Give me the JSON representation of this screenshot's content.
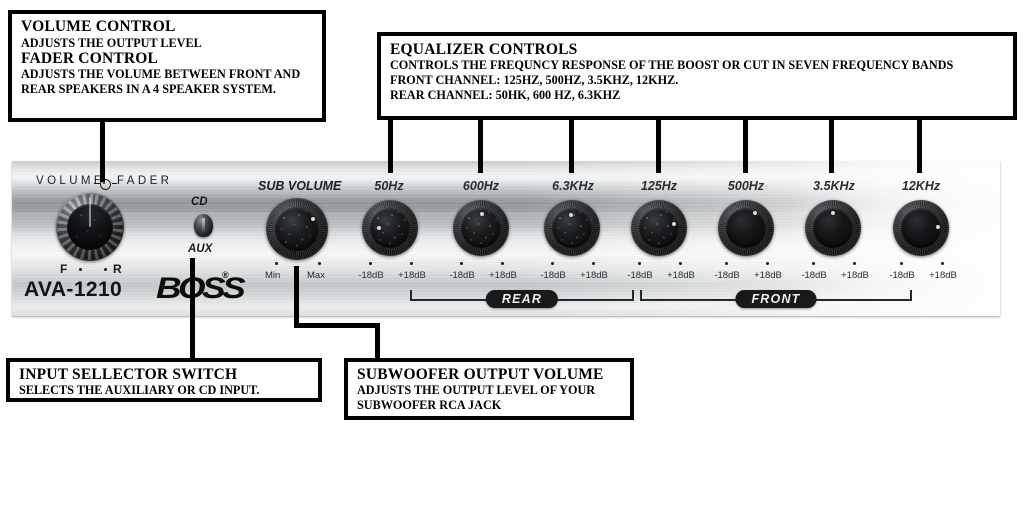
{
  "callouts": {
    "volume": {
      "title1": "VOLUME CONTROL",
      "line1": "ADJUSTS THE OUTPUT LEVEL",
      "title2": "FADER CONTROL",
      "line2": "ADJUSTS THE VOLUME BETWEEN FRONT AND",
      "line3": "REAR SPEAKERS IN A 4 SPEAKER SYSTEM."
    },
    "equalizer": {
      "title": "EQUALIZER CONTROLS",
      "line1": "CONTROLS THE FREQUNCY RESPONSE OF THE BOOST OR CUT IN SEVEN FREQUENCY BANDS",
      "line2": "FRONT CHANNEL: 125HZ, 500HZ, 3.5KHZ, 12KHZ.",
      "line3": "REAR CHANNEL: 50HK, 600 HZ, 6.3KHZ"
    },
    "input": {
      "title": "INPUT SELLECTOR SWITCH",
      "line1": "SELECTS THE AUXILIARY OR CD INPUT."
    },
    "subwoofer": {
      "title": "SUBWOOFER OUTPUT VOLUME",
      "line1": "ADJUSTS THE OUTPUT LEVEL OF YOUR",
      "line2": "SUBWOOFER RCA JACK"
    }
  },
  "faceplate": {
    "volume_fader_label": "VOLUME",
    "fader_label": "FADER",
    "fader_front_mark": "F",
    "fader_rear_mark": "R",
    "model": "AVA-1210",
    "brand": "BOSS",
    "brand_registered": "®",
    "input_switch": {
      "top_position": "CD",
      "bottom_position": "AUX"
    },
    "sub_volume": {
      "label": "SUB VOLUME",
      "min_label": "Min",
      "max_label": "Max"
    },
    "db_min": "-18dB",
    "db_max": "+18dB",
    "channel_groups": [
      {
        "name": "REAR",
        "bands": [
          "50Hz",
          "600Hz",
          "6.3KHz"
        ]
      },
      {
        "name": "FRONT",
        "bands": [
          "125Hz",
          "500Hz",
          "3.5KHz",
          "12KHz"
        ]
      }
    ],
    "eq_bands": [
      {
        "label": "50Hz",
        "channel": "REAR"
      },
      {
        "label": "600Hz",
        "channel": "REAR"
      },
      {
        "label": "6.3KHz",
        "channel": "REAR"
      },
      {
        "label": "125Hz",
        "channel": "FRONT"
      },
      {
        "label": "500Hz",
        "channel": "FRONT"
      },
      {
        "label": "3.5KHz",
        "channel": "FRONT"
      },
      {
        "label": "12KHz",
        "channel": "FRONT"
      }
    ]
  },
  "colors": {
    "callout_border": "#000000",
    "callout_bg": "#ffffff",
    "faceplate_metal": "#c9ccce",
    "knob_black": "#0e0f10",
    "pill_black": "#17191b",
    "text_dark": "#1a1c1e"
  }
}
